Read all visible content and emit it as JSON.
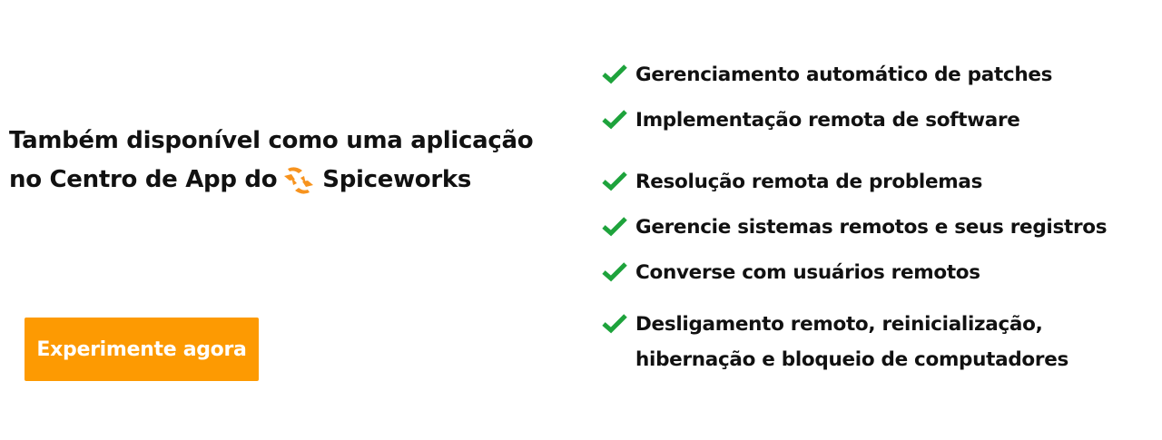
{
  "heading": {
    "line1": "Também disponível como uma aplicação",
    "line2_prefix": "no Centro de App do",
    "brand": "Spiceworks"
  },
  "cta": {
    "label": "Experimente agora"
  },
  "features": [
    {
      "text": "Gerenciamento automático de patches"
    },
    {
      "text": "Implementação remota de software"
    },
    {
      "text": "Resolução remota de problemas"
    },
    {
      "text": "Gerencie sistemas remotos e seus registros"
    },
    {
      "text": "Converse com usuários remotos"
    },
    {
      "text": "Desligamento remoto, reinicialização,",
      "text2": "hibernação e bloqueio de computadores"
    }
  ],
  "colors": {
    "accent": "#fd9a02",
    "check": "#1ea33c",
    "logo": "#f7931e"
  }
}
